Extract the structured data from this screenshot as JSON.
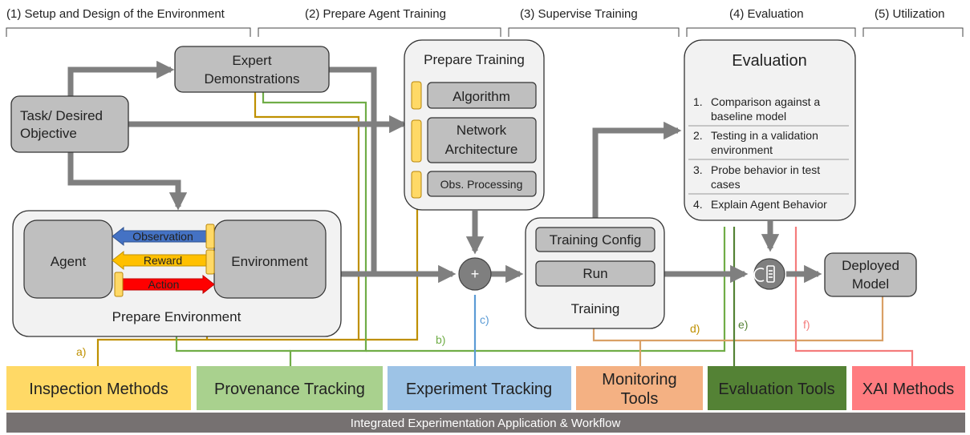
{
  "stages": [
    "(1) Setup and Design of the Environment",
    "(2) Prepare Agent Training",
    "(3) Supervise Training",
    "(4) Evaluation",
    "(5) Utilization"
  ],
  "boxes": {
    "expert": [
      "Expert",
      "Demonstrations"
    ],
    "task": [
      "Task/ Desired",
      "Objective"
    ],
    "prepare_training": {
      "title": "Prepare Training",
      "algorithm": "Algorithm",
      "network": [
        "Network",
        "Architecture"
      ],
      "obs": "Obs. Processing"
    },
    "env": {
      "agent": "Agent",
      "environment": "Environment",
      "caption": "Prepare Environment",
      "observation": "Observation",
      "reward": "Reward",
      "action": "Action"
    },
    "training": {
      "config": "Training Config",
      "run": "Run",
      "caption": "Training"
    },
    "evaluation": {
      "title": "Evaluation",
      "items": [
        [
          "1.",
          "Comparison against a",
          "baseline model"
        ],
        [
          "2.",
          "Testing in a validation",
          "environment"
        ],
        [
          "3.",
          "Probe behavior in test",
          "cases"
        ],
        [
          "4.",
          "Explain Agent Behavior"
        ]
      ]
    },
    "deployed": [
      "Deployed",
      "Model"
    ],
    "plus": "+"
  },
  "connections": {
    "a": "a)",
    "b": "b)",
    "c": "c)",
    "d": "d)",
    "e": "e)",
    "f": "f)"
  },
  "tools": [
    {
      "label": [
        "Inspection Methods"
      ],
      "color": "#FFD966"
    },
    {
      "label": [
        "Provenance Tracking"
      ],
      "color": "#A9D18E"
    },
    {
      "label": [
        "Experiment Tracking"
      ],
      "color": "#9DC3E6"
    },
    {
      "label": [
        "Monitoring",
        "Tools"
      ],
      "color": "#F4B183"
    },
    {
      "label": [
        "Evaluation Tools"
      ],
      "color": "#548235"
    },
    {
      "label": [
        "XAI Methods"
      ],
      "color": "#FF7C80"
    }
  ],
  "footer": "Integrated Experimentation Application & Workflow",
  "colors": {
    "box_fill": "#BFBFBF",
    "panel_fill": "#F2F2F2",
    "arrow_gray": "#7F7F7F",
    "line_gold": "#BF9000",
    "line_green": "#70AD47",
    "line_blue": "#5B9BD5",
    "line_orange": "#D9A066",
    "line_dark_green": "#548235",
    "line_red": "#F47C7C",
    "observation": "#4472C4",
    "reward": "#FFC000",
    "action": "#FF0000",
    "footer_bg": "#767171"
  }
}
